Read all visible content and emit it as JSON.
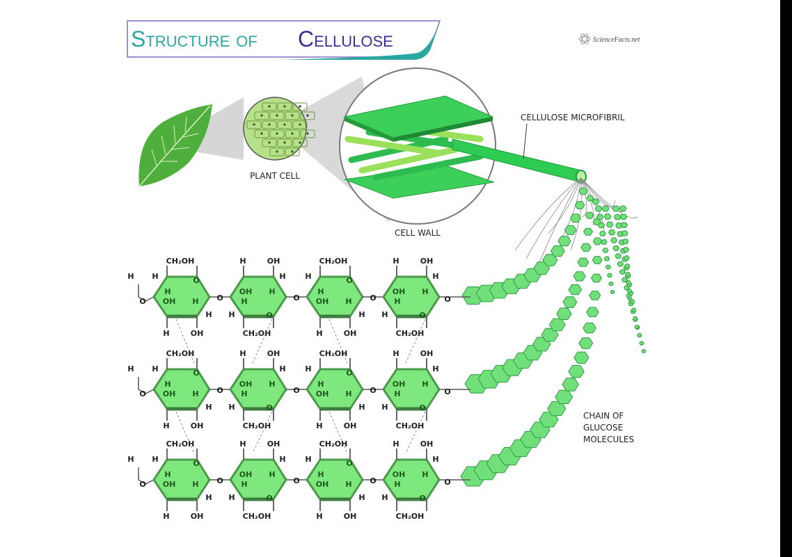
{
  "title": {
    "part1": "Structure of",
    "part2": "Cellulose"
  },
  "logo": {
    "text": "ScienceFacts.net"
  },
  "labels": {
    "plant_cell": "PLANT CELL",
    "cell_wall": "CELL WALL",
    "microfibril": "CELLULOSE MICROFIBRIL",
    "chain_line1": "CHAIN OF",
    "chain_line2": "GLUCOSE",
    "chain_line3": "MOLECULES"
  },
  "molecule": {
    "terminal_h": "H",
    "terminal_o": "O",
    "linkage_o": "O",
    "ring_a_labels": [
      "CH₂OH",
      "O",
      "H",
      "H",
      "OH",
      "H",
      "H",
      "H",
      "OH"
    ],
    "ring_b_labels": [
      "H",
      "OH",
      "H",
      "OH",
      "H",
      "H",
      "O",
      "H",
      "CH₂OH"
    ],
    "rows": 3,
    "rings_per_row": 4
  },
  "colors": {
    "ring_fill": "#7ee87e",
    "ring_stroke": "#4a9a4a",
    "title_teal": "#2aa7a0",
    "title_indigo": "#3a2f9a",
    "hex_fill": "#72e07a",
    "microfibril": "#2ecc52"
  }
}
